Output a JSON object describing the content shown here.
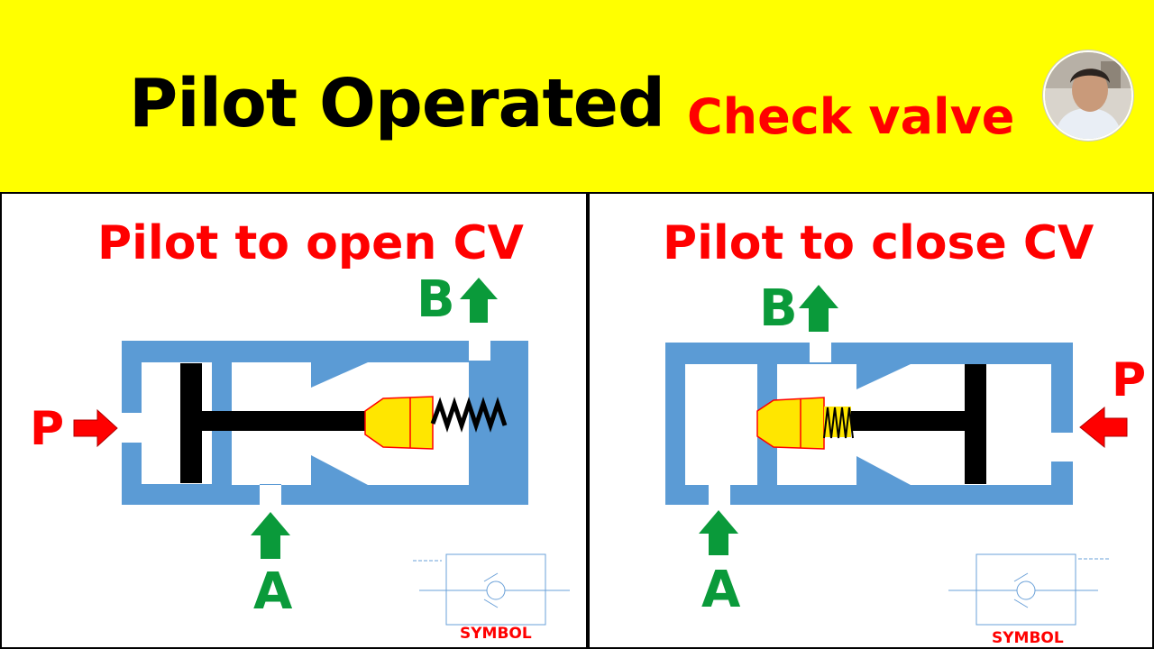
{
  "header": {
    "title": "Pilot Operated",
    "subtitle": "Check valve"
  },
  "panels": [
    {
      "title": "Pilot to open CV",
      "port_pilot": "P",
      "port_out": "B",
      "port_in": "A",
      "symbol_label": "SYMBOL"
    },
    {
      "title_prefix": "Pilot to",
      "title_suffix": "close CV",
      "port_pilot": "P",
      "port_out": "B",
      "port_in": "A",
      "symbol_label": "SYMBOL"
    }
  ],
  "colors": {
    "header_bg": "#ffff00",
    "body_blue": "#5b9bd5",
    "arrow_green": "#0a9a3a",
    "arrow_red": "#ff0000",
    "poppet_yellow": "#ffe600"
  }
}
